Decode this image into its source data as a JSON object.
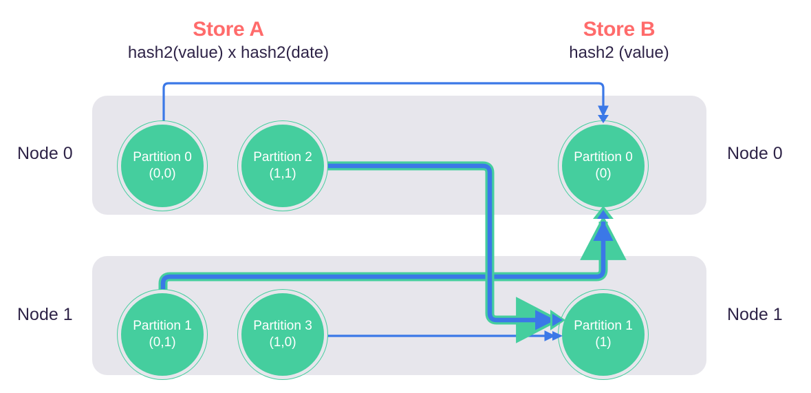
{
  "stores": {
    "a": {
      "title": "Store A",
      "subtitle": "hash2(value) x hash2(date)"
    },
    "b": {
      "title": "Store B",
      "subtitle": "hash2 (value)"
    }
  },
  "node_labels": {
    "left_node_0": "Node 0",
    "left_node_1": "Node 1",
    "right_node_0": "Node 0",
    "right_node_1": "Node 1"
  },
  "partitions": {
    "store_a": [
      {
        "id": "a0",
        "name": "Partition 0",
        "key": "(0,0)",
        "node": "Node 0"
      },
      {
        "id": "a2",
        "name": "Partition 2",
        "key": "(1,1)",
        "node": "Node 0"
      },
      {
        "id": "a1",
        "name": "Partition 1",
        "key": "(0,1)",
        "node": "Node 1"
      },
      {
        "id": "a3",
        "name": "Partition 3",
        "key": "(1,0)",
        "node": "Node 1"
      }
    ],
    "store_b": [
      {
        "id": "b0",
        "name": "Partition 0",
        "key": "(0)",
        "node": "Node 0"
      },
      {
        "id": "b1",
        "name": "Partition 1",
        "key": "(1)",
        "node": "Node 1"
      }
    ]
  },
  "flows": [
    {
      "from": "Partition 0 (0,0)",
      "to": "Partition 0 (0)",
      "style": "thin"
    },
    {
      "from": "Partition 2 (1,1)",
      "to": "Partition 1 (1)",
      "style": "thick"
    },
    {
      "from": "Partition 1 (0,1)",
      "to": "Partition 0 (0)",
      "style": "thick"
    },
    {
      "from": "Partition 3 (1,0)",
      "to": "Partition 1 (1)",
      "style": "thin"
    }
  ],
  "colors": {
    "accent_title": "#FF6B6B",
    "text": "#2E2347",
    "panel": "#E7E6EC",
    "partition_fill": "#45CE9E",
    "arrow_blue": "#3B78E7",
    "arrow_green": "#45CE9E",
    "background": "#FFFFFF"
  }
}
